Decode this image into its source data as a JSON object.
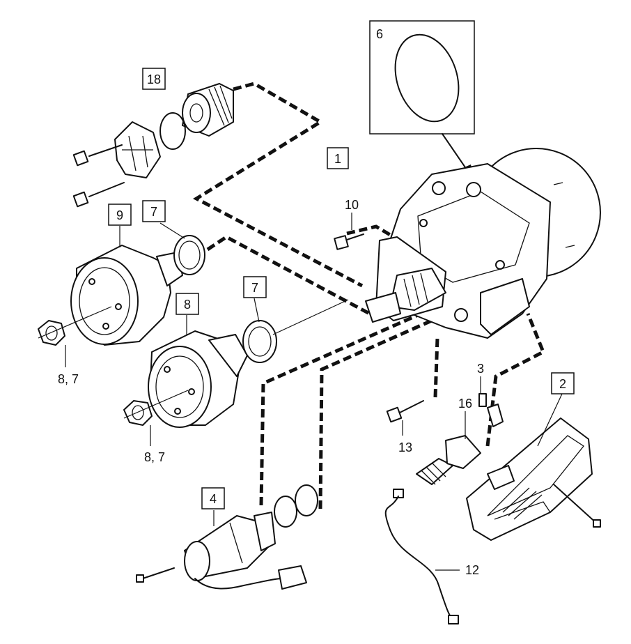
{
  "callouts": {
    "c18": "18",
    "c6": "6",
    "c1": "1",
    "c10": "10",
    "c9": "9",
    "c7a": "7",
    "c8": "8",
    "c7b": "7",
    "c87a": "8, 7",
    "c87b": "8, 7",
    "c3": "3",
    "c2": "2",
    "c16": "16",
    "c13": "13",
    "c4": "4",
    "c12": "12"
  }
}
